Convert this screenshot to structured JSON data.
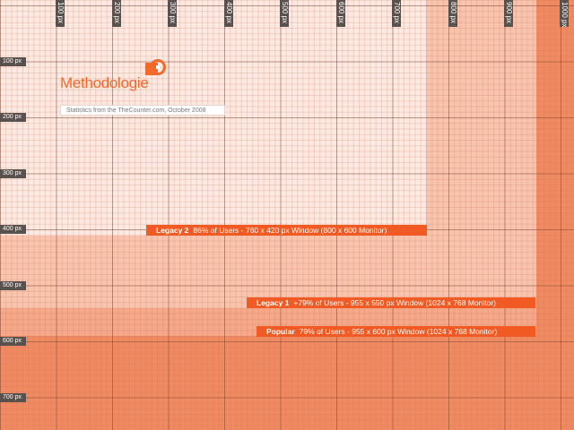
{
  "title": "Methodologie",
  "subtitle": "Statistics from the TheCounter.com, October 2008",
  "icon": "methodologie-logo-icon",
  "colors": {
    "accent": "#f15a22",
    "legacy2_zone": "#fde9e1",
    "legacy1_zone": "#f9c4ae",
    "popular_zone": "#f6a98a",
    "outer": "#f08a62",
    "ruler": "#58514e"
  },
  "ruler_top": [
    "100 px",
    "200 px",
    "300 px",
    "400 px",
    "500 px",
    "600 px",
    "700 px",
    "800 px",
    "900 px",
    "1000 px"
  ],
  "ruler_left": [
    "100 px",
    "200 px",
    "300 px",
    "400 px",
    "500 px",
    "600 px",
    "700 px"
  ],
  "bands": {
    "legacy2": {
      "name": "Legacy 2",
      "text": "86% of Users - 760 x 420 px Window (800 x 600 Monitor)"
    },
    "legacy1": {
      "name": "Legacy 1",
      "text": "+79% of Users - 955 x 550 px Window (1024 x 768 Monitor)"
    },
    "popular": {
      "name": "Popular",
      "text": "79% of Users - 955 x 600 px Window (1024 x 768 Monitor)"
    }
  }
}
